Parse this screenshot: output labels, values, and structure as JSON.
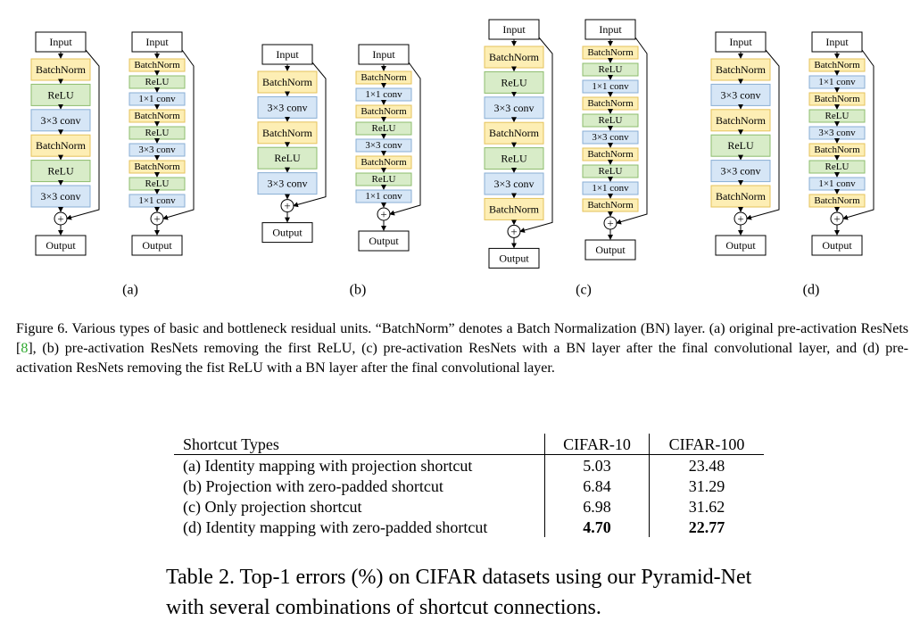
{
  "figure": {
    "io": {
      "input": "Input",
      "output": "Output",
      "plus": "+"
    },
    "panels": [
      {
        "label": "(a)",
        "basic": [
          "BatchNorm",
          "ReLU",
          "3×3 conv",
          "BatchNorm",
          "ReLU",
          "3×3 conv"
        ],
        "bottleneck": [
          "BatchNorm",
          "ReLU",
          "1×1 conv",
          "BatchNorm",
          "ReLU",
          "3×3 conv",
          "BatchNorm",
          "ReLU",
          "1×1 conv"
        ]
      },
      {
        "label": "(b)",
        "basic": [
          "BatchNorm",
          "3×3 conv",
          "BatchNorm",
          "ReLU",
          "3×3 conv"
        ],
        "bottleneck": [
          "BatchNorm",
          "1×1 conv",
          "BatchNorm",
          "ReLU",
          "3×3 conv",
          "BatchNorm",
          "ReLU",
          "1×1 conv"
        ]
      },
      {
        "label": "(c)",
        "basic": [
          "BatchNorm",
          "ReLU",
          "3×3 conv",
          "BatchNorm",
          "ReLU",
          "3×3 conv",
          "BatchNorm"
        ],
        "bottleneck": [
          "BatchNorm",
          "ReLU",
          "1×1 conv",
          "BatchNorm",
          "ReLU",
          "3×3 conv",
          "BatchNorm",
          "ReLU",
          "1×1 conv",
          "BatchNorm"
        ]
      },
      {
        "label": "(d)",
        "basic": [
          "BatchNorm",
          "3×3 conv",
          "BatchNorm",
          "ReLU",
          "3×3 conv",
          "BatchNorm"
        ],
        "bottleneck": [
          "BatchNorm",
          "1×1 conv",
          "BatchNorm",
          "ReLU",
          "3×3 conv",
          "BatchNorm",
          "ReLU",
          "1×1 conv",
          "BatchNorm"
        ]
      }
    ],
    "colors": {
      "batchnorm_fill": "#fdeeb4",
      "batchnorm_stroke": "#e4c25a",
      "relu_fill": "#d8ecc8",
      "relu_stroke": "#8cbc6c",
      "conv_fill": "#d6e6f6",
      "conv_stroke": "#88aed4"
    }
  },
  "caption": {
    "part1": "Figure 6. Various types of basic and bottleneck residual units.  “BatchNorm” denotes a Batch Normalization (BN) layer.  (a) original pre-activation ResNets [",
    "ref": "8",
    "part2": "], (b) pre-activation ResNets removing the first ReLU, (c) pre-activation ResNets with a BN layer after the final convolutional layer, and (d) pre-activation ResNets removing the fist ReLU with a BN layer after the final convolutional layer."
  },
  "table": {
    "headers": [
      "Shortcut Types",
      "CIFAR-10",
      "CIFAR-100"
    ],
    "rows": [
      [
        "(a) Identity mapping with projection shortcut",
        "5.03",
        "23.48"
      ],
      [
        "(b) Projection with zero-padded shortcut",
        "6.84",
        "31.29"
      ],
      [
        "(c) Only projection shortcut",
        "6.98",
        "31.62"
      ],
      [
        "(d) Identity mapping with zero-padded shortcut",
        "4.70",
        "22.77"
      ]
    ],
    "bold_row": 3,
    "caption": "Table 2. Top-1 errors (%) on CIFAR datasets using our Pyramid-Net with several combinations of shortcut connections."
  }
}
